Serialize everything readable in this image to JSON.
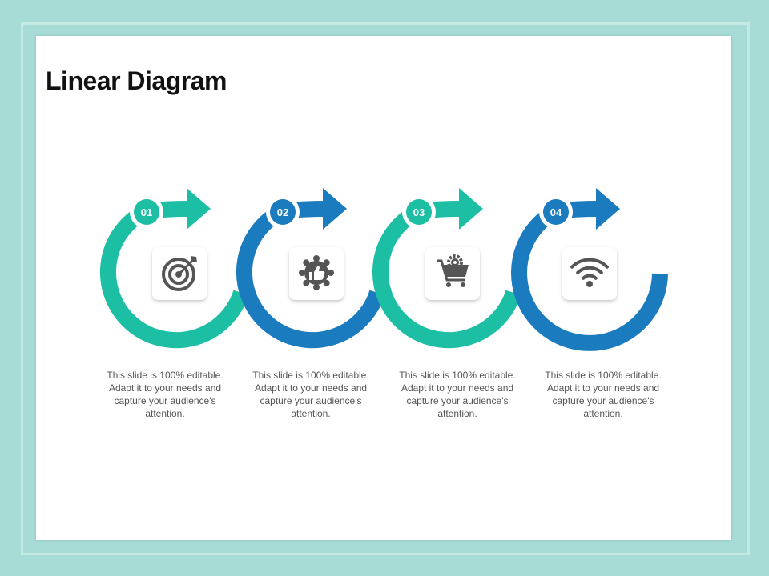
{
  "slide": {
    "title": "Linear Diagram"
  },
  "colors": {
    "teal": "#1cbfa4",
    "blue": "#1a7bbf",
    "icon": "#555555",
    "text": "#555555"
  },
  "steps": [
    {
      "number": "01",
      "icon": "target-icon",
      "color": "teal",
      "text": "This slide is 100% editable. Adapt it to your needs and capture your audience's attention."
    },
    {
      "number": "02",
      "icon": "thumbs-up-badge-icon",
      "color": "blue",
      "text": "This slide is 100% editable. Adapt it to your needs and capture your audience's attention."
    },
    {
      "number": "03",
      "icon": "shopping-cart-gear-icon",
      "color": "teal",
      "text": "This slide is 100% editable. Adapt it to your needs and capture your audience's attention."
    },
    {
      "number": "04",
      "icon": "wifi-icon",
      "color": "blue",
      "text": "This slide is 100% editable. Adapt it to your needs and capture your audience's attention."
    }
  ]
}
